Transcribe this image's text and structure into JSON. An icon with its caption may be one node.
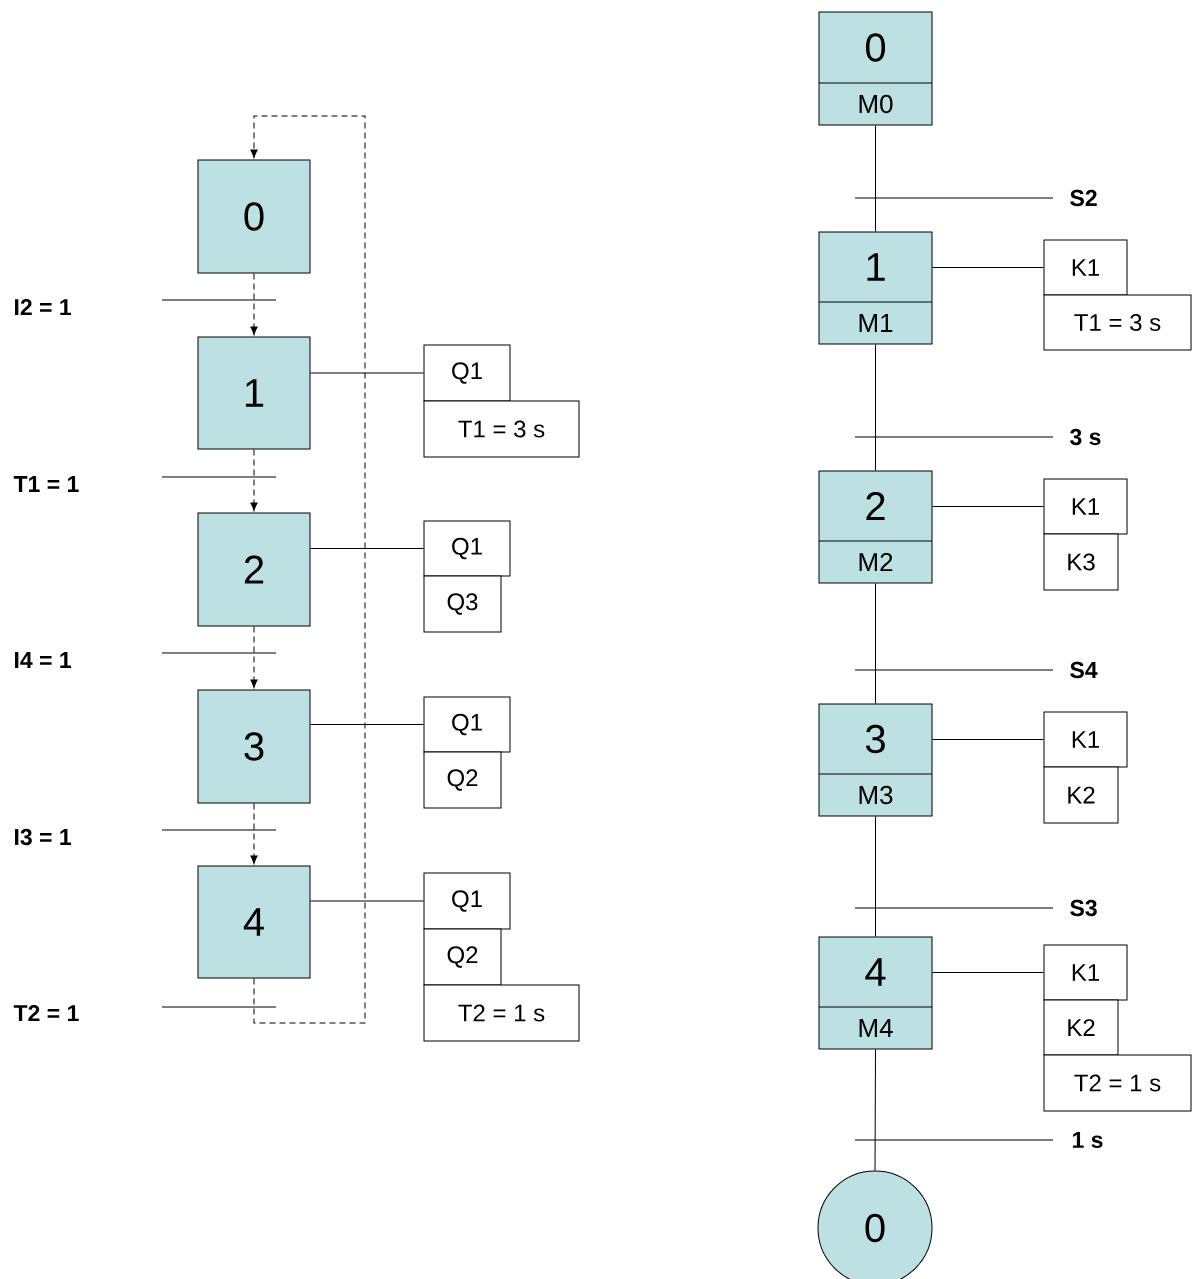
{
  "diagram": {
    "nodes": [
      {
        "text": [
          "0"
        ]
      },
      {
        "text": [
          "1"
        ]
      },
      {
        "text": [
          "2"
        ]
      },
      {
        "text": [
          "3"
        ]
      },
      {
        "text": [
          "4"
        ]
      },
      {
        "text": [
          "Q1"
        ]
      },
      {
        "text": [
          "T1 = 3 s"
        ]
      },
      {
        "text": [
          "Q1"
        ]
      },
      {
        "text": [
          "Q3"
        ]
      },
      {
        "text": [
          "Q1"
        ]
      },
      {
        "text": [
          "Q2"
        ]
      },
      {
        "text": [
          "Q1"
        ]
      },
      {
        "text": [
          "Q2"
        ]
      },
      {
        "text": [
          "T2 = 1 s"
        ]
      },
      {
        "text": [
          "0",
          "M0"
        ]
      },
      {
        "text": [
          "1",
          "M1"
        ]
      },
      {
        "text": [
          "2",
          "M2"
        ]
      },
      {
        "text": [
          "3",
          "M3"
        ]
      },
      {
        "text": [
          "4",
          "M4"
        ]
      },
      {
        "text": [
          "0"
        ]
      },
      {
        "text": [
          "K1"
        ]
      },
      {
        "text": [
          "T1 = 3 s"
        ]
      },
      {
        "text": [
          "K1"
        ]
      },
      {
        "text": [
          "K3"
        ]
      },
      {
        "text": [
          "K1"
        ]
      },
      {
        "text": [
          "K2"
        ]
      },
      {
        "text": [
          "K1"
        ]
      },
      {
        "text": [
          "K2"
        ]
      },
      {
        "text": [
          "T2 = 1 s"
        ]
      }
    ],
    "edges": [
      {
        "from": 0,
        "to": 1,
        "arrow": "to",
        "style": "dashed"
      },
      {
        "from": 1,
        "to": 2,
        "arrow": "to",
        "style": "dashed"
      },
      {
        "from": 2,
        "to": 3,
        "arrow": "to",
        "style": "dashed"
      },
      {
        "from": 3,
        "to": 4,
        "arrow": "to",
        "style": "dashed"
      },
      {
        "from": 4,
        "to": 0,
        "arrow": "to",
        "style": "dashed"
      },
      {
        "from": 1,
        "to": 5,
        "arrow": "none"
      },
      {
        "from": 2,
        "to": 7,
        "arrow": "none"
      },
      {
        "from": 3,
        "to": 9,
        "arrow": "none"
      },
      {
        "from": 4,
        "to": 11,
        "arrow": "none"
      },
      {
        "from": 14,
        "to": 15,
        "arrow": "none"
      },
      {
        "from": 15,
        "to": 16,
        "arrow": "none"
      },
      {
        "from": 16,
        "to": 17,
        "arrow": "none"
      },
      {
        "from": 17,
        "to": 18,
        "arrow": "none"
      },
      {
        "from": 18,
        "to": 19,
        "arrow": "none"
      },
      {
        "from": 15,
        "to": 20,
        "arrow": "none"
      },
      {
        "from": 16,
        "to": 22,
        "arrow": "none"
      },
      {
        "from": 17,
        "to": 24,
        "arrow": "none"
      },
      {
        "from": 18,
        "to": 26,
        "arrow": "none"
      }
    ],
    "labels": [
      "I2 = 1",
      "T1 = 1",
      "I4 = 1",
      "I3 = 1",
      "T2 = 1",
      "S2",
      "3 s",
      "S4",
      "S3",
      "1 s"
    ]
  }
}
